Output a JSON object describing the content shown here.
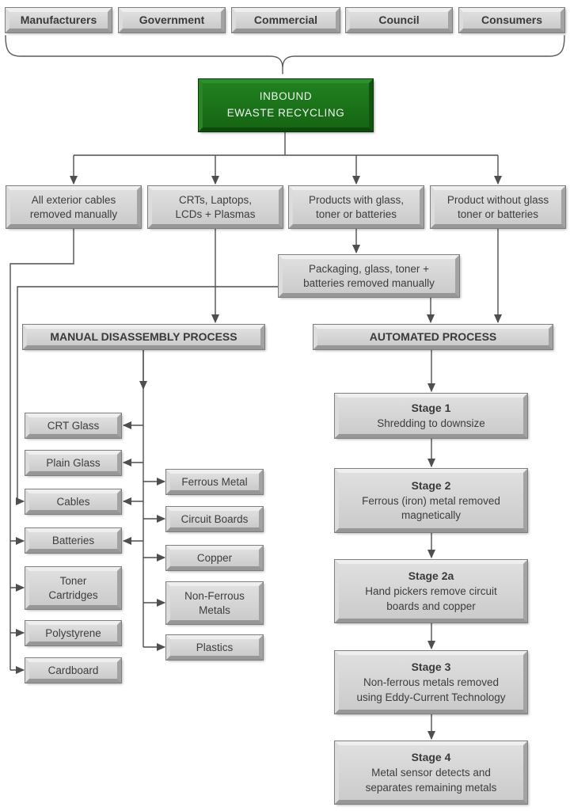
{
  "title": "Inbound Ewaste Recycling Flowchart",
  "colors": {
    "accent_green": "#1e7a1e",
    "box_gray": "#d2d2d2",
    "line": "#4f4f4f"
  },
  "sources": [
    {
      "label": "Manufacturers"
    },
    {
      "label": "Government"
    },
    {
      "label": "Commercial"
    },
    {
      "label": "Council"
    },
    {
      "label": "Consumers"
    }
  ],
  "inbound": {
    "line1": "INBOUND",
    "line2": "EWASTE RECYCLING"
  },
  "intake": [
    {
      "label": "All exterior cables\nremoved manually"
    },
    {
      "label": "CRTs, Laptops,\nLCDs + Plasmas"
    },
    {
      "label": "Products with glass,\ntoner or batteries"
    },
    {
      "label": "Product without glass\ntoner or batteries"
    }
  ],
  "packaging": {
    "label": "Packaging, glass, toner +\nbatteries removed manually"
  },
  "headers": {
    "manual": "MANUAL DISASSEMBLY PROCESS",
    "automated": "AUTOMATED PROCESS"
  },
  "manual_left": [
    {
      "label": "CRT Glass"
    },
    {
      "label": "Plain Glass"
    },
    {
      "label": "Cables"
    },
    {
      "label": "Batteries"
    },
    {
      "label": "Toner\nCartridges"
    },
    {
      "label": "Polystyrene"
    },
    {
      "label": "Cardboard"
    }
  ],
  "manual_right": [
    {
      "label": "Ferrous Metal"
    },
    {
      "label": "Circuit Boards"
    },
    {
      "label": "Copper"
    },
    {
      "label": "Non-Ferrous\nMetals"
    },
    {
      "label": "Plastics"
    }
  ],
  "stages": [
    {
      "title": "Stage 1",
      "desc": "Shredding to downsize"
    },
    {
      "title": "Stage 2",
      "desc": "Ferrous (iron) metal removed\nmagnetically"
    },
    {
      "title": "Stage 2a",
      "desc": "Hand pickers remove circuit\nboards and copper"
    },
    {
      "title": "Stage 3",
      "desc": "Non-ferrous metals removed\nusing Eddy-Current Technology"
    },
    {
      "title": "Stage 4",
      "desc": "Metal sensor detects and\nseparates remaining metals"
    }
  ]
}
